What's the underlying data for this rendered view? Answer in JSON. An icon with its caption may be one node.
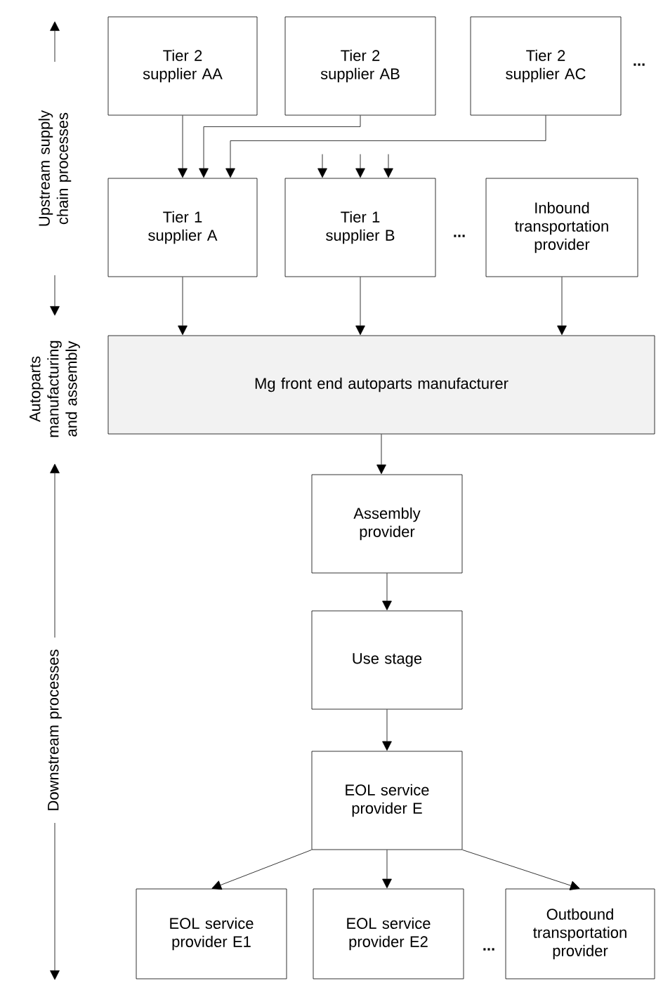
{
  "diagram": {
    "nodes": [
      {
        "text": [
          "Tier 2 supplier AA"
        ]
      },
      {
        "text": [
          "Tier 2 supplier AB"
        ]
      },
      {
        "text": [
          "Tier 2 supplier AC"
        ]
      },
      {
        "text": [
          "Tier 1 supplier A"
        ]
      },
      {
        "text": [
          "Tier 1 supplier B"
        ]
      },
      {
        "text": [
          "Inbound transportation provider"
        ]
      },
      {
        "text": [
          "Mg front end autoparts manufacturer"
        ]
      },
      {
        "text": [
          "Assembly provider"
        ]
      },
      {
        "text": [
          "Use stage"
        ]
      },
      {
        "text": [
          "EOL service provider E"
        ]
      },
      {
        "text": [
          "EOL service provider E1"
        ]
      },
      {
        "text": [
          "EOL service provider E2"
        ]
      },
      {
        "text": [
          "Outbound transportation provider"
        ]
      }
    ],
    "edges": [
      {
        "from": 0,
        "to": 3,
        "arrow": "to"
      },
      {
        "from": 1,
        "to": 3,
        "arrow": "to"
      },
      {
        "from": 2,
        "to": 3,
        "arrow": "to"
      },
      {
        "from": null,
        "to": 4,
        "arrow": "to"
      },
      {
        "from": null,
        "to": 4,
        "arrow": "to"
      },
      {
        "from": null,
        "to": 4,
        "arrow": "to"
      },
      {
        "from": 3,
        "to": 6,
        "arrow": "to"
      },
      {
        "from": 4,
        "to": 6,
        "arrow": "to"
      },
      {
        "from": 5,
        "to": 6,
        "arrow": "to"
      },
      {
        "from": 6,
        "to": 7,
        "arrow": "to"
      },
      {
        "from": 7,
        "to": 8,
        "arrow": "to"
      },
      {
        "from": 8,
        "to": 9,
        "arrow": "to"
      },
      {
        "from": 9,
        "to": 10,
        "arrow": "to"
      },
      {
        "from": 9,
        "to": 11,
        "arrow": "to"
      },
      {
        "from": 9,
        "to": 12,
        "arrow": "to"
      }
    ],
    "labels": [
      "Upstream supply chain processes",
      "...",
      "...",
      "Autoparts manufacturing and assembly",
      "Downstream processes",
      "..."
    ]
  }
}
